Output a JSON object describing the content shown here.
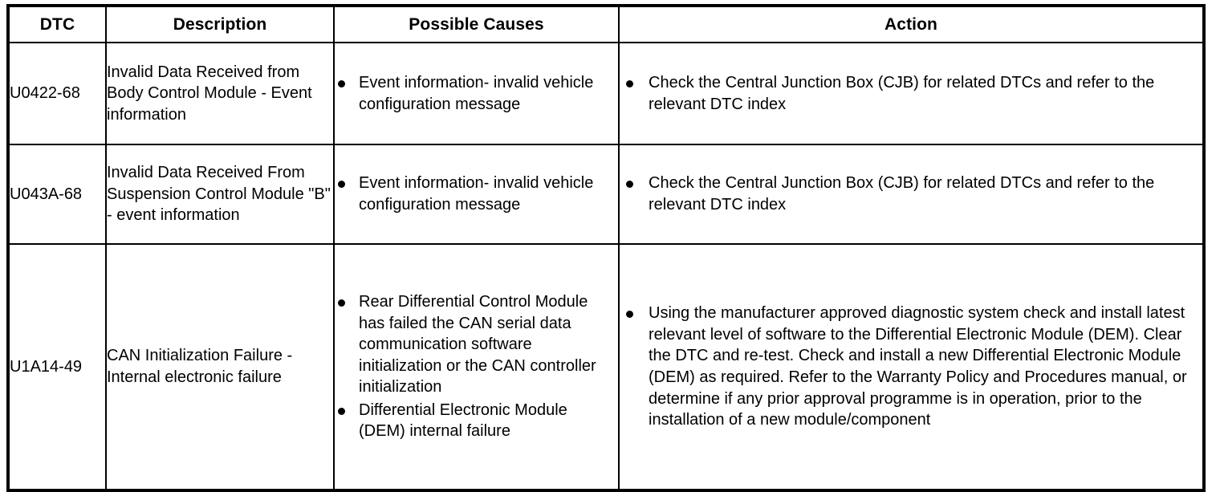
{
  "table": {
    "columns": [
      {
        "key": "dtc",
        "label": "DTC"
      },
      {
        "key": "desc",
        "label": "Description"
      },
      {
        "key": "cause",
        "label": "Possible Causes"
      },
      {
        "key": "action",
        "label": "Action"
      }
    ],
    "rows": [
      {
        "dtc": "U0422-68",
        "description": "Invalid Data Received from Body Control Module - Event information",
        "possible_causes": [
          "Event information- invalid vehicle configuration message"
        ],
        "actions": [
          "Check the Central Junction Box (CJB) for related DTCs and refer to the relevant DTC index"
        ]
      },
      {
        "dtc": "U043A-68",
        "description": "Invalid Data Received From Suspension Control Module \"B\" - event information",
        "possible_causes": [
          "Event information- invalid vehicle configuration message"
        ],
        "actions": [
          "Check the Central Junction Box (CJB) for related DTCs and refer to the relevant DTC index"
        ]
      },
      {
        "dtc": "U1A14-49",
        "description": "CAN Initialization Failure - Internal electronic failure",
        "possible_causes": [
          "Rear Differential Control Module has failed the CAN serial data communication software initialization or the CAN controller initialization",
          "Differential Electronic Module (DEM) internal failure"
        ],
        "actions": [
          "Using the manufacturer approved diagnostic system check and install latest relevant level of software to the Differential Electronic Module (DEM). Clear the DTC and re-test. Check and install a new Differential Electronic Module (DEM) as required. Refer to the Warranty Policy and Procedures manual, or determine if any prior approval programme is in operation, prior to the installation of a new module/component"
        ]
      }
    ]
  },
  "colors": {
    "border": "#000000",
    "text": "#000000",
    "background": "#ffffff"
  }
}
